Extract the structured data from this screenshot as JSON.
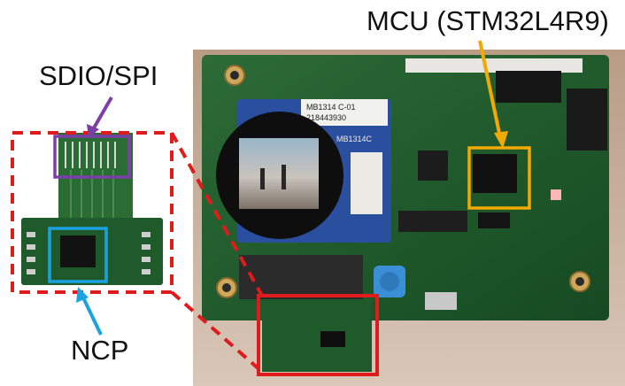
{
  "labels": {
    "sdio_spi": "SDIO/SPI",
    "mcu": "MCU (STM32L4R9)",
    "ncp": "NCP"
  },
  "board_text": {
    "board_id": "MB1314 C-01",
    "serial": "218443930",
    "board_name": "MB1314C"
  },
  "colors": {
    "sdio_highlight": "#7b3fa8",
    "mcu_highlight": "#f2a900",
    "ncp_highlight": "#1aa3e0",
    "zoom_outline": "#e01b1b",
    "pcb_green": "#1f5a2b"
  }
}
